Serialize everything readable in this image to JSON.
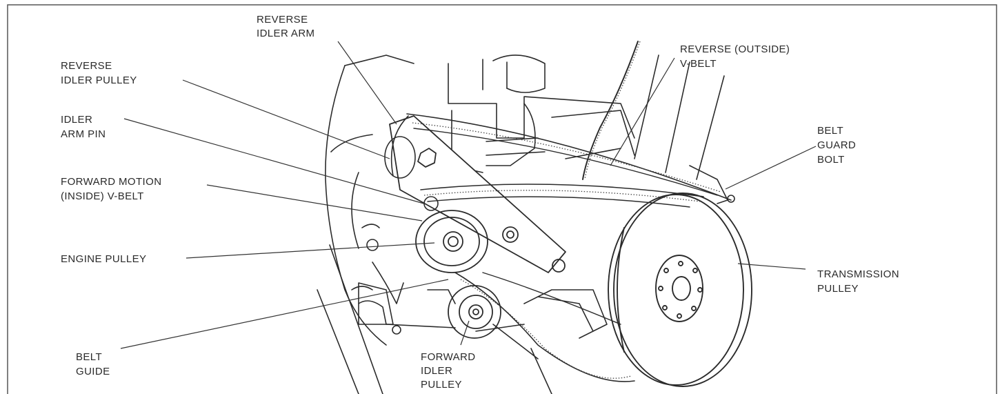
{
  "labels": {
    "reverse_idler_arm": [
      "REVERSE",
      "IDLER ARM"
    ],
    "reverse_idler_pulley": [
      "REVERSE",
      "IDLER PULLEY"
    ],
    "idler_arm_pin": [
      "IDLER",
      "ARM PIN"
    ],
    "forward_motion_belt": [
      "FORWARD MOTION",
      "(INSIDE) V-BELT"
    ],
    "engine_pulley": [
      "ENGINE PULLEY"
    ],
    "belt_guide": [
      "BELT",
      "GUIDE"
    ],
    "forward_idler_pulley": [
      "FORWARD",
      "IDLER",
      "PULLEY"
    ],
    "reverse_outside_belt": [
      "REVERSE (OUTSIDE)",
      "V-BELT"
    ],
    "belt_guard_bolt": [
      "BELT",
      "GUARD",
      "BOLT"
    ],
    "transmission_pulley": [
      "TRANSMISSION",
      "PULLEY"
    ]
  }
}
